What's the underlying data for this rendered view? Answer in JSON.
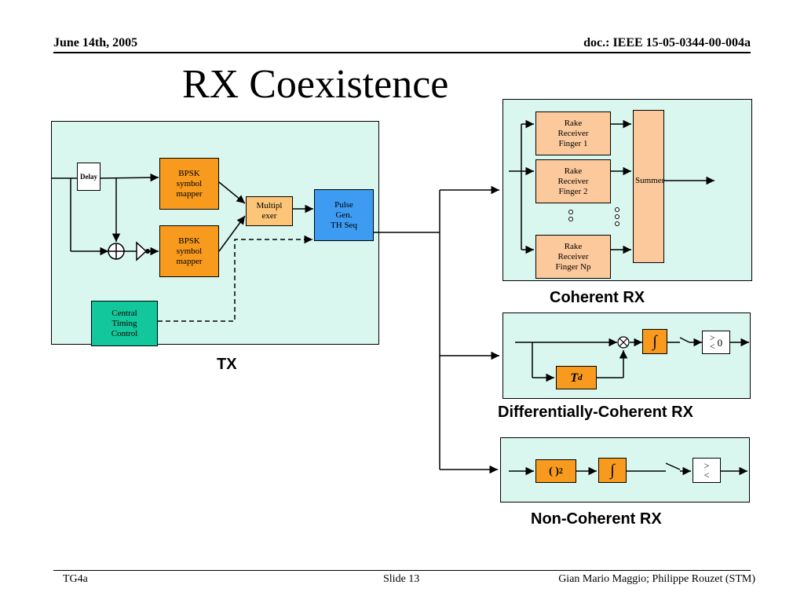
{
  "header": {
    "date": "June 14th, 2005",
    "doc": "doc.: IEEE 15-05-0344-00-004a"
  },
  "title": "RX Coexistence",
  "tx": {
    "caption": "TX",
    "delay": "Delay",
    "bpsk_top": [
      "BPSK",
      "symbol",
      "mapper"
    ],
    "bpsk_bottom": [
      "BPSK",
      "symbol",
      "mapper"
    ],
    "multiplexer": [
      "Multipl",
      "exer"
    ],
    "pulse": [
      "Pulse",
      "Gen.",
      "TH Seq"
    ],
    "timing": [
      "Central",
      "Timing",
      "Control"
    ]
  },
  "coherent": {
    "caption": "Coherent RX",
    "finger1": [
      "Rake",
      "Receiver",
      "Finger 1"
    ],
    "finger2": [
      "Rake",
      "Receiver",
      "Finger 2"
    ],
    "fingerNp": [
      "Rake",
      "Receiver",
      "Finger Np"
    ],
    "summer": "Summer"
  },
  "diff": {
    "caption": "Differentially-Coherent RX",
    "integrator": "∫",
    "delay_T": "T",
    "delay_sub": "d",
    "compare_gt": ">",
    "compare_lt": "<",
    "compare_zero": "0"
  },
  "noncoh": {
    "caption": "Non-Coherent RX",
    "square": "( )",
    "square_sup": "2",
    "integrator": "∫",
    "compare_gt": ">",
    "compare_lt": "<"
  },
  "footer": {
    "left": "TG4a",
    "center": "Slide 13",
    "right": "Gian Mario Maggio; Philippe Rouzet (STM)"
  }
}
